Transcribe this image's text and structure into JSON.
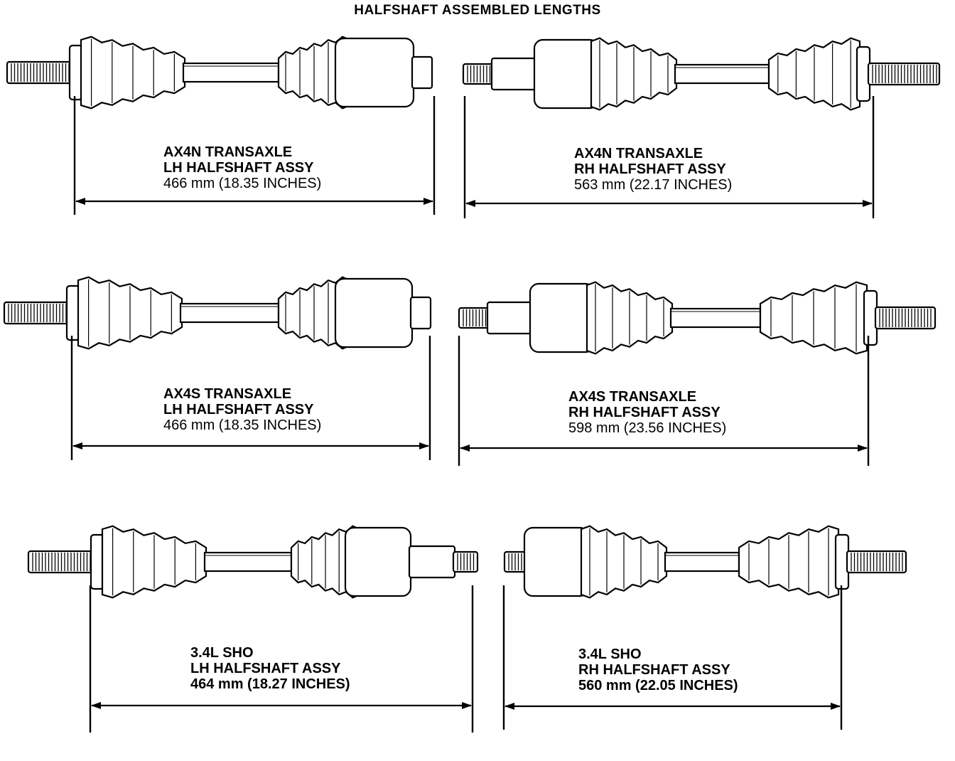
{
  "title": "HALFSHAFT ASSEMBLED LENGTHS",
  "assemblies": [
    {
      "line1": "AX4N TRANSAXLE",
      "line2": "LH HALFSHAFT ASSY",
      "line3": "466 mm (18.35 INCHES)"
    },
    {
      "line1": "AX4N TRANSAXLE",
      "line2": "RH HALFSHAFT ASSY",
      "line3": "563 mm (22.17 INCHES)"
    },
    {
      "line1": "AX4S TRANSAXLE",
      "line2": "LH HALFSHAFT ASSY",
      "line3": "466 mm (18.35 INCHES)"
    },
    {
      "line1": "AX4S TRANSAXLE",
      "line2": "RH HALFSHAFT ASSY",
      "line3": "598 mm (23.56 INCHES)"
    },
    {
      "line1": "3.4L SHO",
      "line2": "LH HALFSHAFT ASSY",
      "line3": "464 mm (18.27 INCHES)"
    },
    {
      "line1": "3.4L SHO",
      "line2": "RH HALFSHAFT ASSY",
      "line3": "560 mm (22.05 INCHES)"
    }
  ]
}
